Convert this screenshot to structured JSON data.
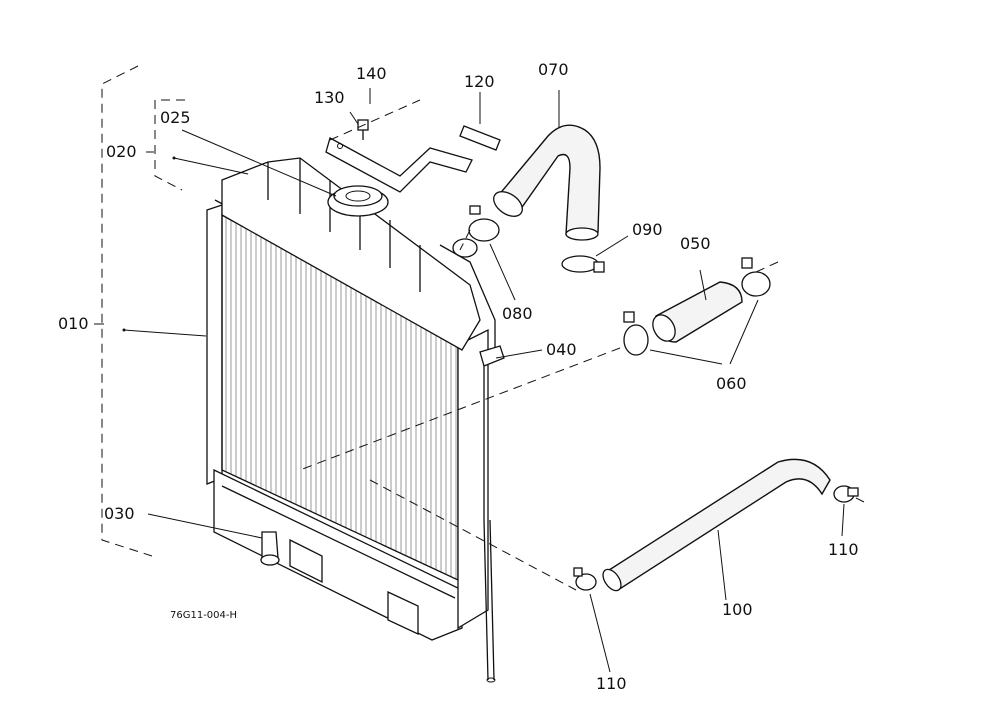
{
  "figure_code": "76G11-004-H",
  "part_labels": {
    "p010": "010",
    "p020": "020",
    "p025": "025",
    "p030": "030",
    "p040": "040",
    "p050": "050",
    "p060": "060",
    "p070": "070",
    "p080": "080",
    "p090": "090",
    "p100": "100",
    "p110a": "110",
    "p110b": "110",
    "p120": "120",
    "p130": "130",
    "p140": "140"
  }
}
